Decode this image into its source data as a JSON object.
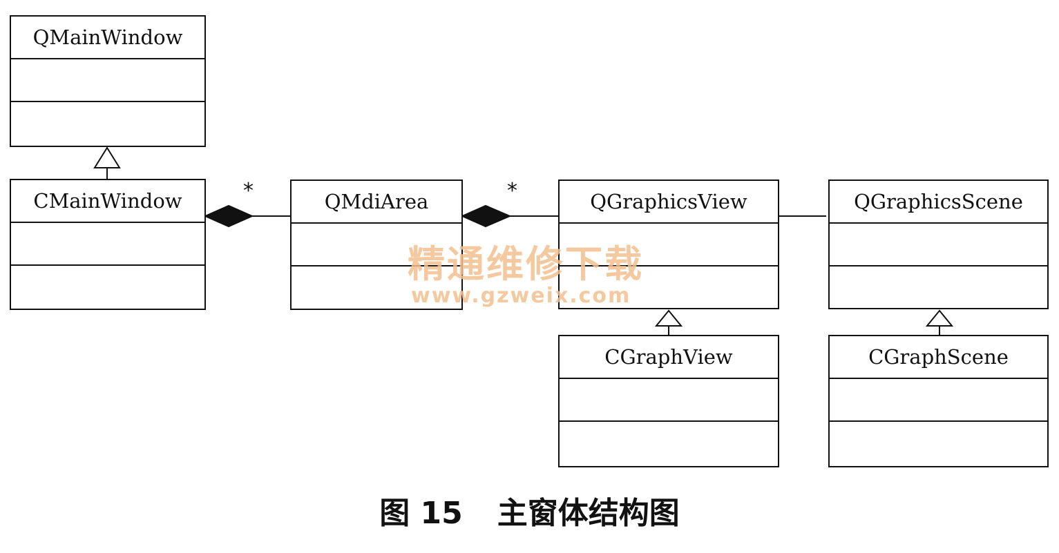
{
  "classes": {
    "qmainwindow": "QMainWindow",
    "cmainwindow": "CMainWindow",
    "qmdiarea": "QMdiArea",
    "qgraphicsview": "QGraphicsView",
    "qgraphicsscene": "QGraphicsScene",
    "cgraphview": "CGraphView",
    "cgraphscene": "CGraphScene"
  },
  "relations": [
    {
      "from": "CMainWindow",
      "to": "QMainWindow",
      "type": "inheritance"
    },
    {
      "from": "CMainWindow",
      "to": "QMdiArea",
      "type": "composition",
      "multiplicity": "*"
    },
    {
      "from": "QMdiArea",
      "to": "QGraphicsView",
      "type": "composition",
      "multiplicity": "*"
    },
    {
      "from": "QGraphicsView",
      "to": "QGraphicsScene",
      "type": "association"
    },
    {
      "from": "CGraphView",
      "to": "QGraphicsView",
      "type": "inheritance"
    },
    {
      "from": "CGraphScene",
      "to": "QGraphicsScene",
      "type": "inheritance"
    }
  ],
  "multiplicity": {
    "mdi": "*",
    "view": "*"
  },
  "watermark": {
    "title": "精通维修下载",
    "url": "www.gzweix.com"
  },
  "caption": {
    "number": "图 15",
    "title": "主窗体结构图"
  }
}
